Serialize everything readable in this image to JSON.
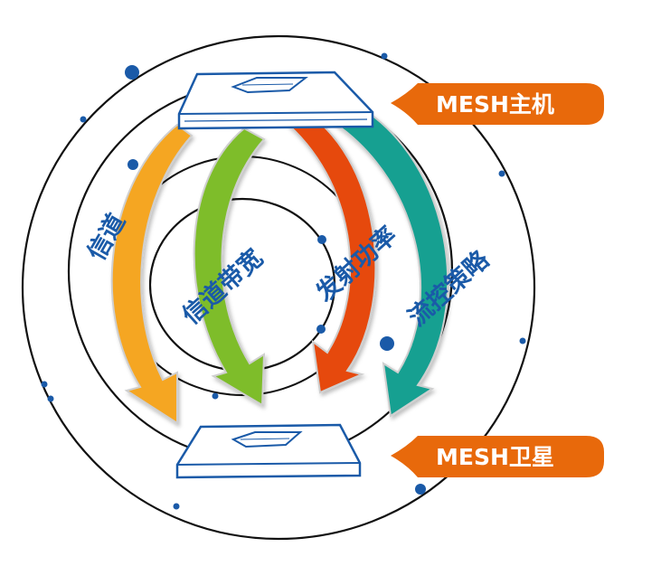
{
  "callouts": {
    "host": "MESH主机",
    "satellite": "MESH卫星"
  },
  "arrows": [
    {
      "label": "信道",
      "color": "#f5a623"
    },
    {
      "label": "信道带宽",
      "color": "#7ebd2a"
    },
    {
      "label": "发射功率",
      "color": "#e64a10"
    },
    {
      "label": "流控策略",
      "color": "#17a091"
    }
  ],
  "colors": {
    "orbit": "#111111",
    "dot": "#1a5aa8",
    "device_outline": "#1a5aa8",
    "callout": "#e8690b",
    "label_text": "#1a5aa8"
  },
  "icons": {
    "device": "wireless-router-icon",
    "orbit_dot": "orbit-dot-icon"
  }
}
